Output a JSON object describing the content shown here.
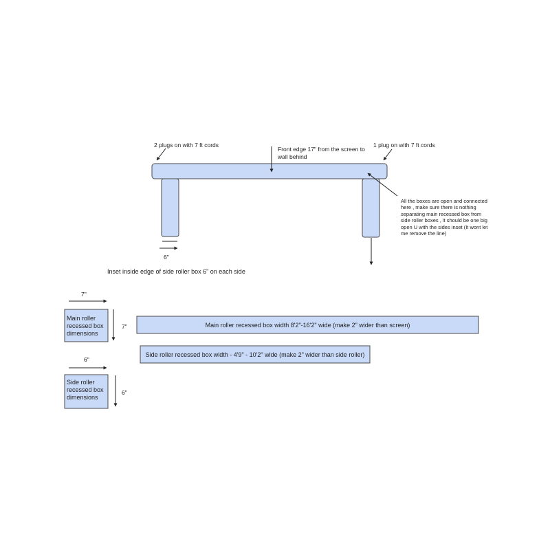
{
  "colors": {
    "box_fill": "#c9daf8",
    "box_stroke": "#4a4a4a",
    "line": "#222222",
    "background": "#ffffff"
  },
  "labels": {
    "plugs_left": "2 plugs on with 7 ft cords",
    "front_edge": "Front edge 17\" from the screen to wall behind",
    "plugs_right": "1 plug on with 7 ft cords",
    "open_note": "All the boxes are open and connected here , make sure there is nothing separating main recessed box from side roller boxes , it should be one big open U with the sides inset (It wont let me remove the line)",
    "inset_dim": "6\"",
    "inset_note": "Inset inside edge of side roller box 6\" on each side"
  },
  "main_box": {
    "width_dim": "7\"",
    "height_dim": "7\"",
    "label": "Main roller recessed box dimensions",
    "bar_label": "Main roller recessed box width 8'2\"-16'2\" wide (make 2\" wider than screen)"
  },
  "side_box": {
    "width_dim": "6\"",
    "height_dim": "6\"",
    "label": "Side roller recessed box dimensions",
    "bar_label": "Side roller recessed box width - 4'9\" - 10'2\" wide (make 2\" wider than side roller)"
  }
}
